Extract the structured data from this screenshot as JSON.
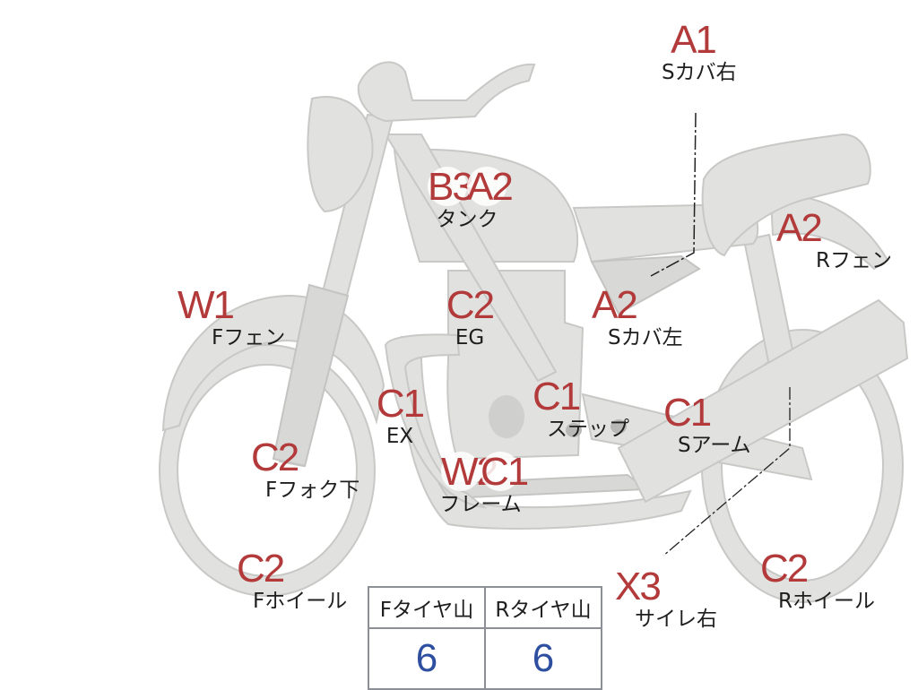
{
  "parts": {
    "s_cover_right": {
      "grade": "A1",
      "label": "Sカバ右"
    },
    "tank": {
      "grade_1": "B3",
      "grade_2": "A2",
      "label": "タンク"
    },
    "r_fender": {
      "grade": "A2",
      "label": "Rフェン"
    },
    "f_fender": {
      "grade": "W1",
      "label": "Fフェン"
    },
    "engine": {
      "grade": "C2",
      "label": "EG"
    },
    "s_cover_left": {
      "grade": "A2",
      "label": "Sカバ左"
    },
    "exhaust": {
      "grade": "C1",
      "label": "EX"
    },
    "step": {
      "grade": "C1",
      "label": "ステップ"
    },
    "swing_arm": {
      "grade": "C1",
      "label": "Sアーム"
    },
    "f_fork_lower": {
      "grade": "C2",
      "label": "Fフォク下"
    },
    "frame": {
      "grade_1": "W2",
      "grade_2": "C1",
      "label": "フレーム"
    },
    "silencer_right": {
      "grade": "X3",
      "label": "サイレ右"
    },
    "f_wheel": {
      "grade": "C2",
      "label": "Fホイール"
    },
    "r_wheel": {
      "grade": "C2",
      "label": "Rホイール"
    }
  },
  "tread_table": {
    "front_header": "Fタイヤ山",
    "rear_header": "Rタイヤ山",
    "front_value": "6",
    "rear_value": "6"
  },
  "colors": {
    "grade": "#b23a3a",
    "tread_value": "#2e4fa0",
    "bike_fill": "#e1e1df"
  }
}
